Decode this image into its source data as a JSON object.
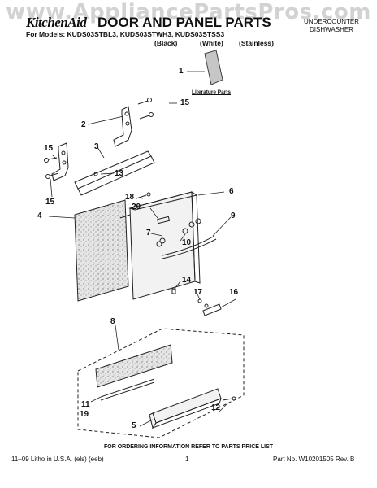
{
  "watermark": "www.AppliancePartsPros.com",
  "header": {
    "brand": "KitchenAid",
    "title": "DOOR AND PANEL PARTS",
    "category_line1": "UNDERCOUNTER",
    "category_line2": "DISHWASHER",
    "models_line": "For Models: KUDS03STBL3, KUDS03STWH3, KUDS03STSS3",
    "variants": [
      "(Black)",
      "(White)",
      "(Stainless)"
    ]
  },
  "literature_label": "Literature Parts",
  "callouts": {
    "c1": "1",
    "c15a": "15",
    "c2": "2",
    "c3": "3",
    "c15b": "15",
    "c13": "13",
    "c15c": "15",
    "c6": "6",
    "c18": "18",
    "c20": "20",
    "c4": "4",
    "c9": "9",
    "c7": "7",
    "c10": "10",
    "c14": "14",
    "c17": "17",
    "c16": "16",
    "c8": "8",
    "c11": "11",
    "c19": "19",
    "c12": "12",
    "c5": "5"
  },
  "footer": {
    "note": "FOR ORDERING INFORMATION REFER TO PARTS PRICE LIST",
    "left": "11–09 Litho in U.S.A. (els) (eeb)",
    "page": "1",
    "part_no": "Part No. W10201505 Rev. B"
  }
}
